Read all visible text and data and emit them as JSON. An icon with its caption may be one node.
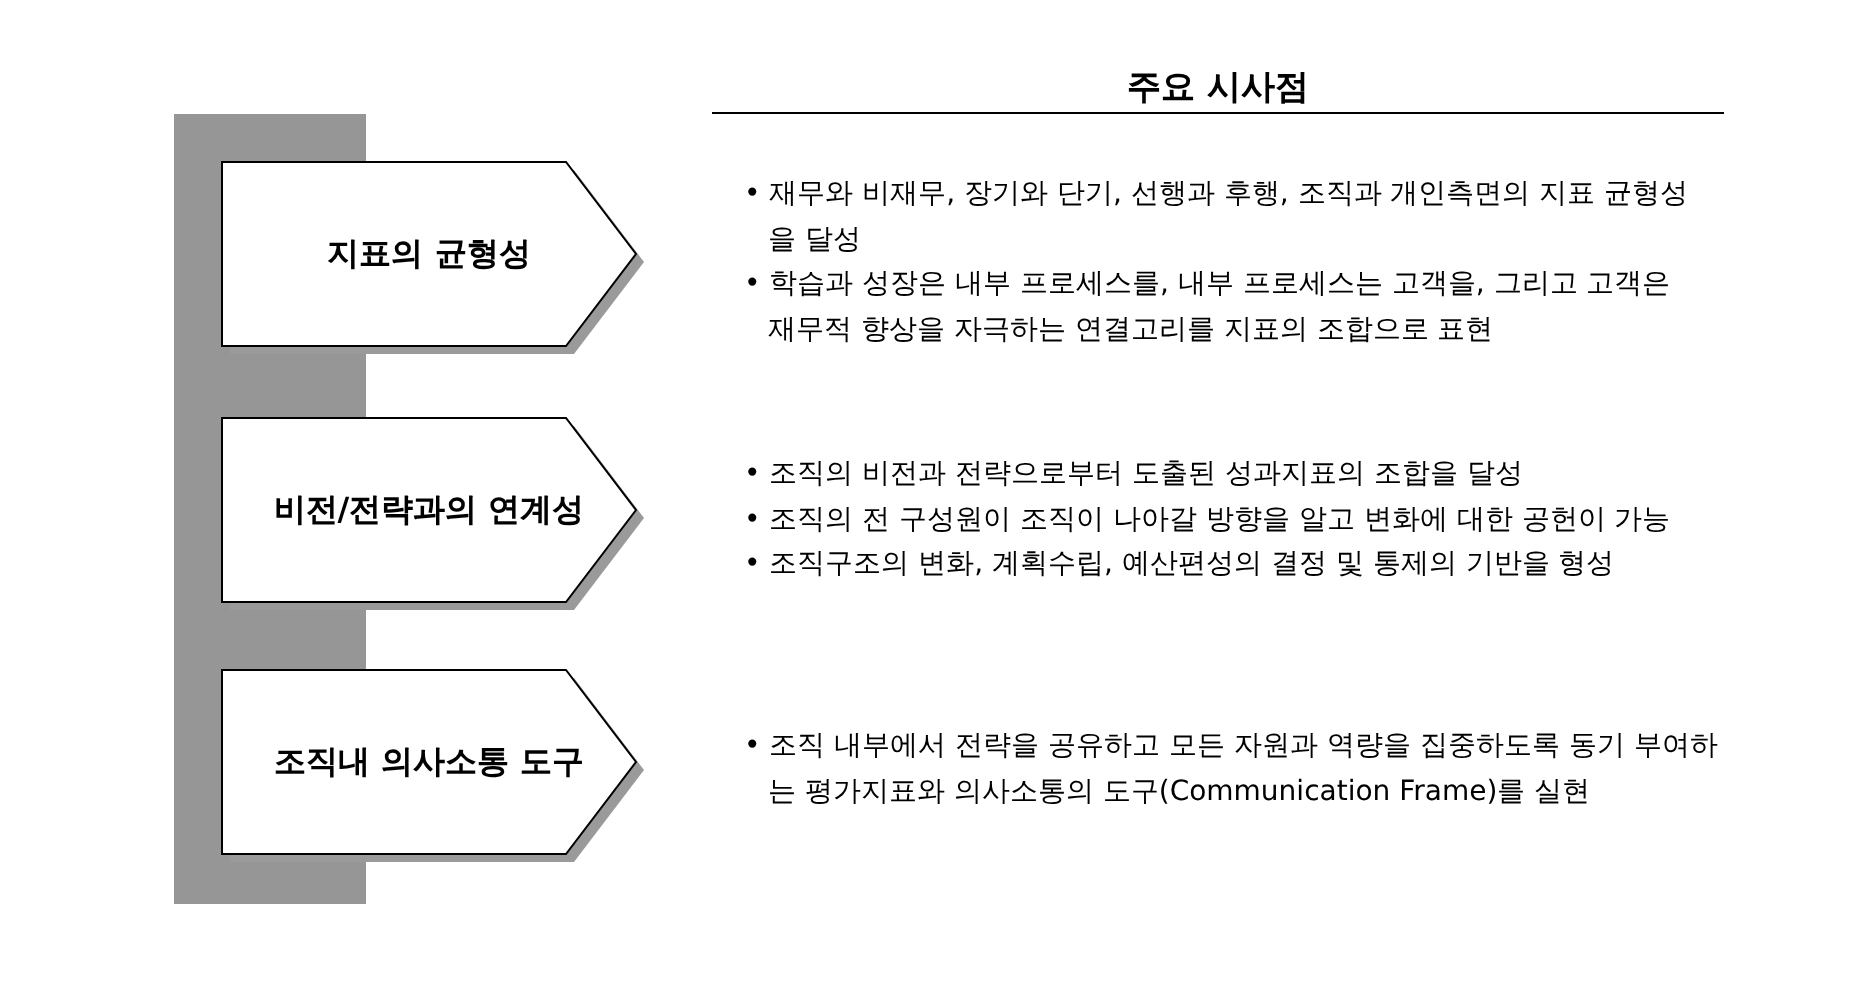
{
  "diagram": {
    "title": "주요 시사점",
    "nodes": [
      {
        "text": [],
        "shape": "bar"
      },
      {
        "text": [
          "지표의 균형성"
        ]
      },
      {
        "text": [
          "비전/전략과의 연계성"
        ]
      },
      {
        "text": [
          "조직내 의사소통 도구"
        ]
      }
    ],
    "edges": [],
    "labels": [
      "• 재무와 비재무, 장기와 단기, 선행과 후행, 조직과 개인측면의 지표 균형성을 달성",
      "• 학습과 성장은 내부 프로세스를, 내부 프로세스는 고객을, 그리고 고객은 재무적 향상을 자극하는 연결고리를 지표의 조합으로 표현",
      "• 조직의 비전과 전략으로부터 도출된 성과지표의 조합을 달성",
      "• 조직의 전 구성원이 조직이 나아갈 방향을 알고 변화에 대한 공헌이 가능",
      "• 조직구조의 변화, 계획수립, 예산편성의 결정 및 통제의 기반을 형성",
      "• 조직 내부에서 전략을 공유하고 모든 자원과 역량을 집중하도록 동기 부여하는 평가지표와 의사소통의 도구(Communication Frame)를 실현"
    ]
  }
}
